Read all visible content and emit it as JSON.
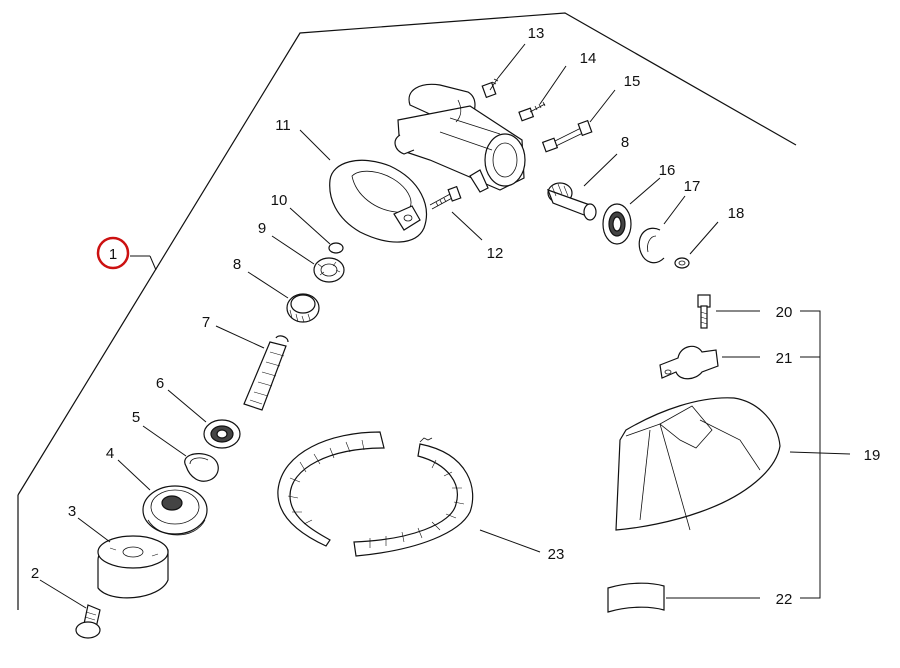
{
  "diagram": {
    "labels": {
      "p1": "1",
      "p2": "2",
      "p3": "3",
      "p4": "4",
      "p5": "5",
      "p6": "6",
      "p7": "7",
      "p8a": "8",
      "p8b": "8",
      "p9": "9",
      "p10": "10",
      "p11": "11",
      "p12": "12",
      "p13": "13",
      "p14": "14",
      "p15": "15",
      "p16": "16",
      "p17": "17",
      "p18": "18",
      "p19": "19",
      "p20": "20",
      "p21": "21",
      "p22": "22",
      "p23": "23"
    },
    "colors": {
      "line": "#111111",
      "highlight": "#cc1111",
      "background": "#ffffff"
    }
  }
}
